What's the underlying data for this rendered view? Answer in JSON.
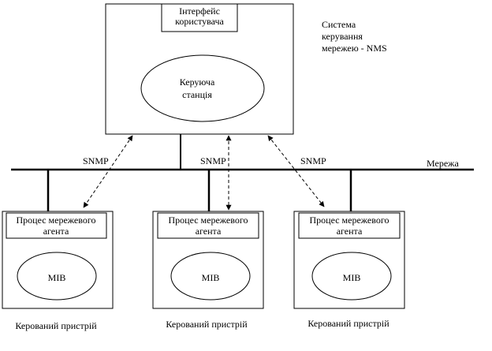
{
  "nms": {
    "ui_label_line1": "Інтерфейс",
    "ui_label_line2": "користувача",
    "station_line1": "Керуюча",
    "station_line2": "станція",
    "caption_line1": "Система",
    "caption_line2": "керування",
    "caption_line3": "мережею - NMS"
  },
  "network": {
    "label": "Мережа"
  },
  "protocol_labels": [
    "SNMP",
    "SNMP",
    "SNMP"
  ],
  "devices": [
    {
      "agent_line1": "Процес мережевого",
      "agent_line2": "агента",
      "mib": "MIB",
      "caption": "Керований пристрій"
    },
    {
      "agent_line1": "Процес мережевого",
      "agent_line2": "агента",
      "mib": "MIB",
      "caption": "Керований пристрій"
    },
    {
      "agent_line1": "Процес мережевого",
      "agent_line2": "агента",
      "mib": "MIB",
      "caption": "Керований пристрій"
    }
  ],
  "colors": {
    "stroke": "#000000",
    "background": "#ffffff"
  }
}
